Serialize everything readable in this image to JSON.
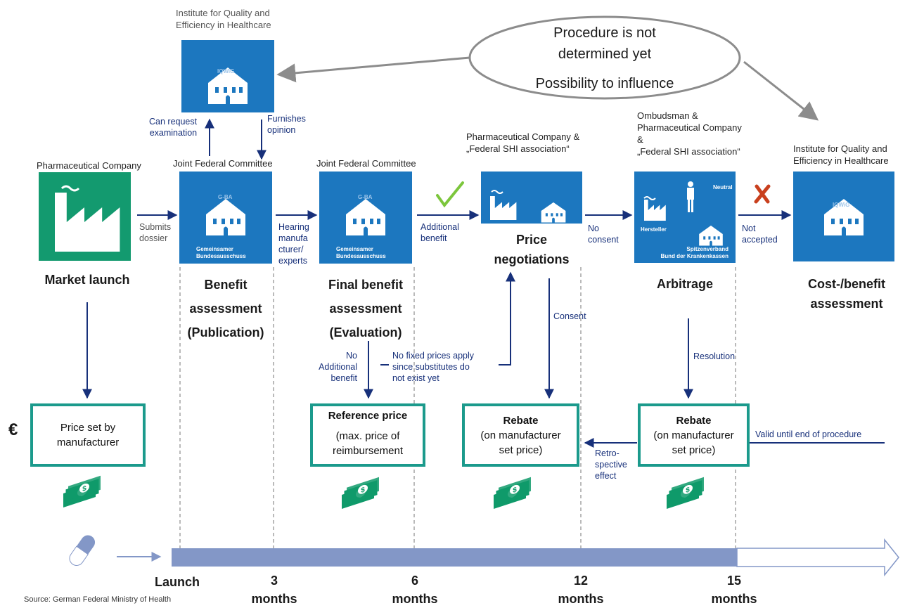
{
  "iqwig_top": {
    "heading": "Institute for Quality and\nEfficiency in Healthcare",
    "box_text": "IQWiG"
  },
  "oval": {
    "line1": "Procedure is not",
    "line2": "determined yet",
    "line3": "Possibility to influence"
  },
  "arrow_labels": {
    "can_request": "Can request\nexamination",
    "furnishes": "Furnishes\nopinion",
    "submits": "Submits\ndossier",
    "hearing": "Hearing\nmanufa\ncturer/\nexperts",
    "additional": "Additional\nbenefit",
    "no_consent": "No\nconsent",
    "not_accepted": "Not\naccepted",
    "consent": "Consent",
    "resolution": "Resolution",
    "no_additional": "No\nAdditional\nbenefit",
    "no_fixed": "No fixed prices apply\nsince substitutes do\nnot exist yet",
    "retro": "Retro-\nspective\neffect",
    "valid": "Valid until end of procedure"
  },
  "stages": {
    "pharma": {
      "heading": "Pharmaceutical Company",
      "caption": "Market launch"
    },
    "gba1": {
      "heading": "Joint Federal Committee",
      "box_title": "G-BA",
      "box_footer": "Gemeinsamer\nBundesausschuss",
      "caption": "Benefit\nassessment\n(Publication)"
    },
    "gba2": {
      "heading": "Joint Federal Committee",
      "box_title": "G-BA",
      "box_footer": "Gemeinsamer\nBundesausschuss",
      "caption": "Final benefit\nassessment\n(Evaluation)"
    },
    "negotiation": {
      "heading": "Pharmaceutical Company &\n„Federal SHI association“",
      "caption": "Price\nnegotiations"
    },
    "arbitrage": {
      "heading": "Ombudsman &\nPharmaceutical Company\n&\n„Federal SHI association“",
      "box_neutral": "Neutral",
      "box_hersteller": "Hersteller",
      "box_spitzen": "Spitzenverband\nBund der Krankenkassen",
      "caption": "Arbitrage"
    },
    "iqwig_right": {
      "heading": "Institute for Quality and\nEfficiency in Healthcare",
      "box_text": "IQWiG",
      "caption": "Cost-/benefit\nassessment"
    }
  },
  "price_boxes": {
    "manufacturer": "Price set by\nmanufacturer",
    "reference_title": "Reference price",
    "reference_sub": "(max. price of\nreimbursement",
    "rebate1_title": "Rebate",
    "rebate1_sub": "(on manufacturer\nset price)",
    "rebate2_title": "Rebate",
    "rebate2_sub": "(on manufacturer\nset price)"
  },
  "euro_symbol": "€",
  "timeline": {
    "launch": "Launch",
    "m3": "3\nmonths",
    "m6": "6\nmonths",
    "m12": "12\nmonths",
    "m15": "15\nmonths"
  },
  "source": "Source: German Federal Ministry of Health",
  "colors": {
    "arrow_blue": "#17307a",
    "box_blue": "#1c77bf",
    "pharma_green": "#139a6f",
    "teal_border": "#1b9a8c",
    "money_green": "#0f9a6a",
    "timeline_bar": "#8397c7",
    "check_green": "#7cc63c",
    "cross_red": "#c9401e"
  }
}
